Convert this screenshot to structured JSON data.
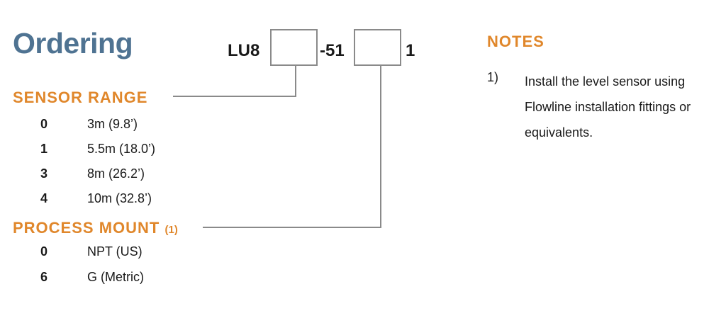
{
  "title": "Ordering",
  "model_code": {
    "prefix": "LU8",
    "middle": "-51",
    "suffix": "1"
  },
  "sensor_range": {
    "heading": "SENSOR RANGE",
    "options": [
      {
        "code": "0",
        "desc": "3m (9.8’)"
      },
      {
        "code": "1",
        "desc": "5.5m (18.0’)"
      },
      {
        "code": "3",
        "desc": "8m (26.2’)"
      },
      {
        "code": "4",
        "desc": "10m (32.8’)"
      }
    ]
  },
  "process_mount": {
    "heading": "PROCESS MOUNT",
    "note_ref": "(1)",
    "options": [
      {
        "code": "0",
        "desc": "NPT (US)"
      },
      {
        "code": "6",
        "desc": "G (Metric)"
      }
    ]
  },
  "notes": {
    "heading": "NOTES",
    "items": [
      {
        "num": "1)",
        "text": "Install the level sensor using Flowline installation fittings or equivalents."
      }
    ]
  },
  "colors": {
    "title": "#4f7392",
    "heading_accent": "#e0872b",
    "connector_lines": "#8a8a8a"
  }
}
